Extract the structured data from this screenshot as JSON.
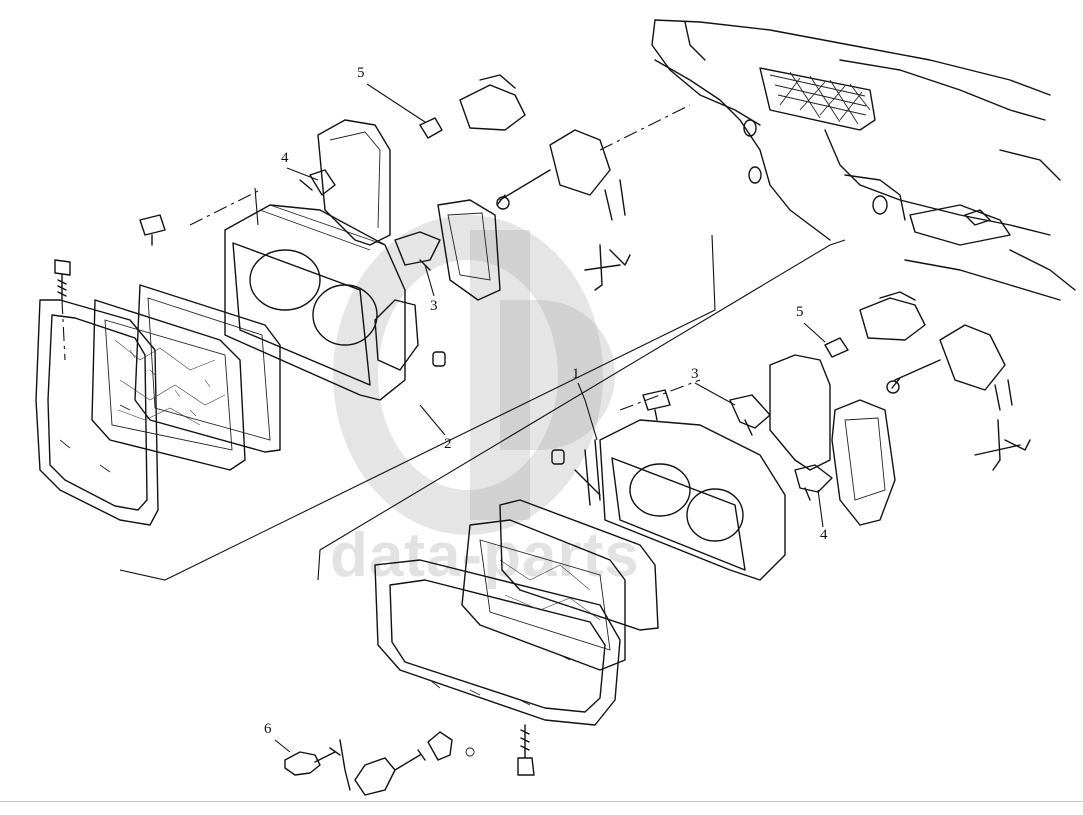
{
  "diagram": {
    "callouts": {
      "c1": "1",
      "c2": "2",
      "c3a": "3",
      "c3b": "3",
      "c4a": "4",
      "c4b": "4",
      "c5a": "5",
      "c5b": "5",
      "c6": "6"
    },
    "watermark": {
      "text": "data-parts"
    },
    "colors": {
      "line": "#111111",
      "watermark": "#969696",
      "background": "#ffffff"
    }
  }
}
